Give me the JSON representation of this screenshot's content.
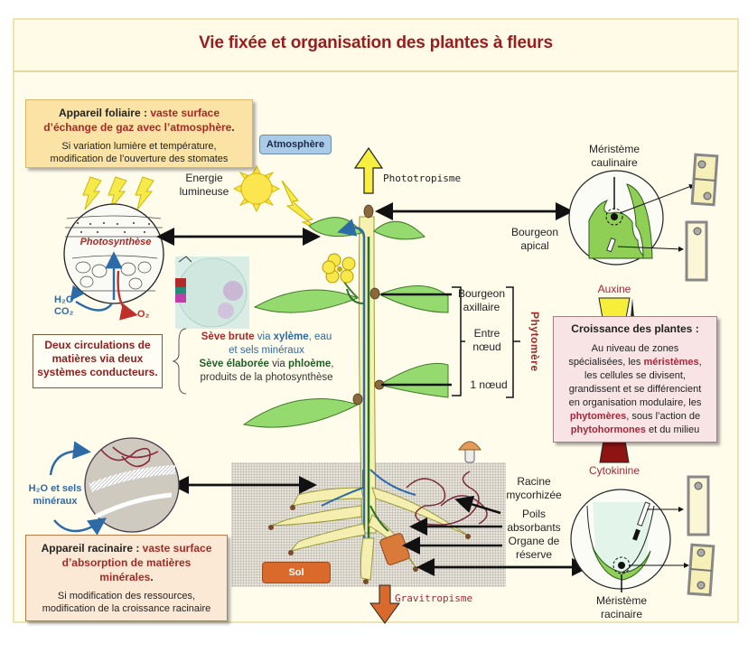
{
  "title": "Vie fixée et organisation des plantes à fleurs",
  "foliaire": {
    "heading_bold": "Appareil foliaire : ",
    "heading_red_1": "vaste surface",
    "heading_red_2": "d’échange de gaz avec l’atmosphère",
    "heading_end": ".",
    "body_1": "Si variation lumière et température,",
    "body_2": "modification de l’ouverture des stomates"
  },
  "atmosphere_label": "Atmosphère",
  "energie": {
    "line1": "Energie",
    "line2": "lumineuse"
  },
  "phototropisme": "Phototropisme",
  "photosynthese": {
    "label": "Photosynthèse",
    "h2o": "H₂O",
    "co2": "CO₂",
    "o2": "O₂"
  },
  "circulations": {
    "box_1": "Deux circulations de",
    "box_2": "matières via deux",
    "box_3": "systèmes conducteurs.",
    "seve_brute": "Sève brute",
    "via1": " via ",
    "xyleme": "xylème",
    "eau": ", eau",
    "sels": "et sels minéraux",
    "seve_elaboree": "Sève élaborée",
    "via2": " via ",
    "phloeme": "phloème",
    "comma": ",",
    "produits": "produits de la photosynthèse"
  },
  "meristeme_caulinaire": {
    "line1": "Méristème",
    "line2": "caulinaire"
  },
  "bourgeon_apical": {
    "line1": "Bourgeon",
    "line2": "apical"
  },
  "auxine": "Auxine",
  "cytokinine": "Cytokinine",
  "phytomere_labels": {
    "bourgeon_axillaire_1": "Bourgeon",
    "bourgeon_axillaire_2": "axillaire",
    "entre_noeud_1": "Entre",
    "entre_noeud_2": "nœud",
    "un_noeud": "1 nœud",
    "phytomere": "Phytomère"
  },
  "croissance": {
    "heading": "Croissance des plantes :",
    "l1": "Au niveau de zones",
    "l2a": "spécialisées, les ",
    "l2b": "méristèmes",
    "l2c": ",",
    "l3": "les cellules se divisent,",
    "l4": "grandissent et se différencient",
    "l5": "en organisation modulaire, les",
    "l6a": "phytomères",
    "l6b": ", sous l’action de",
    "l7a": "phytohormones",
    "l7b": " et du milieu"
  },
  "racines": {
    "h2o_sels_1": "H₂O et sels",
    "h2o_sels_2": "minéraux",
    "racine_myco_1": "Racine",
    "racine_myco_2": "mycorhizée",
    "poils_1": "Poils",
    "poils_2": "absorbants",
    "organe_1": "Organe de",
    "organe_2": "réserve"
  },
  "racinaire": {
    "heading_bold": "Appareil racinaire : ",
    "heading_red_1": "vaste surface",
    "heading_red_2": "d’absorption de matières",
    "heading_red_3": "minérales",
    "heading_end": ".",
    "body_1": "Si modification des ressources,",
    "body_2": "modification de la croissance racinaire"
  },
  "sol_label": "Sol",
  "gravitropisme": "Gravitropisme",
  "meristeme_racinaire": {
    "line1": "Méristème",
    "line2": "racinaire"
  },
  "colors": {
    "title": "#9b1c1f",
    "accent_red": "#a92826",
    "xylem_blue": "#2d6aa8",
    "phloem_green": "#215e27",
    "leaf_green": "#8fd46a",
    "auxine_yellow": "#f5ef3a",
    "cytokinine_red": "#8e1414",
    "soil_orange": "#d96a2c"
  }
}
